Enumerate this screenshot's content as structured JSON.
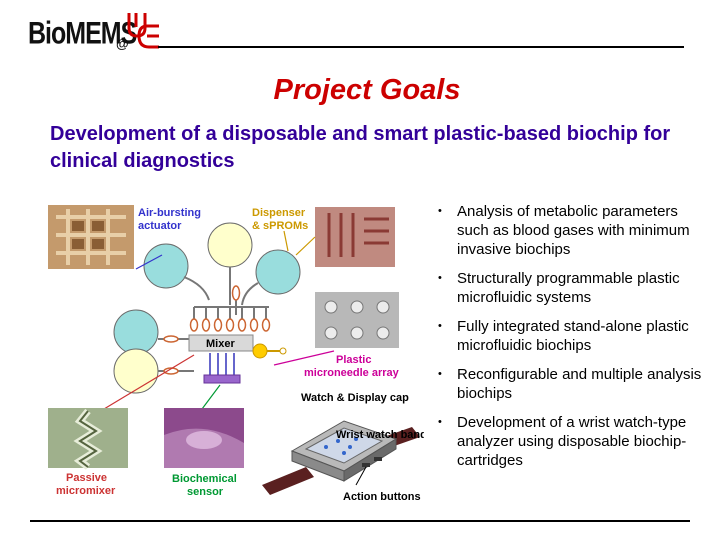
{
  "logo": {
    "text": "BioMEMS",
    "at": "@"
  },
  "title": "Project Goals",
  "subtitle": "Development of a disposable and smart plastic-based biochip for clinical diagnostics",
  "bullet_marker": "•",
  "bullets": [
    "Analysis of  metabolic parameters such as blood gases with minimum invasive biochips",
    "Structurally programmable plastic microfluidic systems",
    "Fully integrated stand-alone plastic microfluidic biochips",
    "Reconfigurable and multiple analysis biochips",
    "Development of a wrist watch-type analyzer using disposable biochip-cartridges"
  ],
  "figure": {
    "labels": {
      "air_bursting": [
        "Air-bursting",
        "actuator"
      ],
      "dispenser": [
        "Dispenser",
        "& sPROMs"
      ],
      "mixer": "Mixer",
      "plastic": [
        "Plastic",
        "microneedle array"
      ],
      "watch_cap": "Watch & Display cap",
      "wrist_band": "Wrist watch band",
      "action_buttons": "Action buttons",
      "passive": [
        "Passive",
        "micromixer"
      ],
      "biochemical": [
        "Biochemical",
        "sensor"
      ]
    }
  },
  "colors": {
    "title": "#cc0000",
    "subtitle": "#330099",
    "logo_mark": "#cc0000",
    "blue_label": "#3333cc",
    "yellow_label": "#cc9900",
    "magenta_label": "#cc0099",
    "red_label": "#cc3333",
    "green_label": "#009933"
  }
}
